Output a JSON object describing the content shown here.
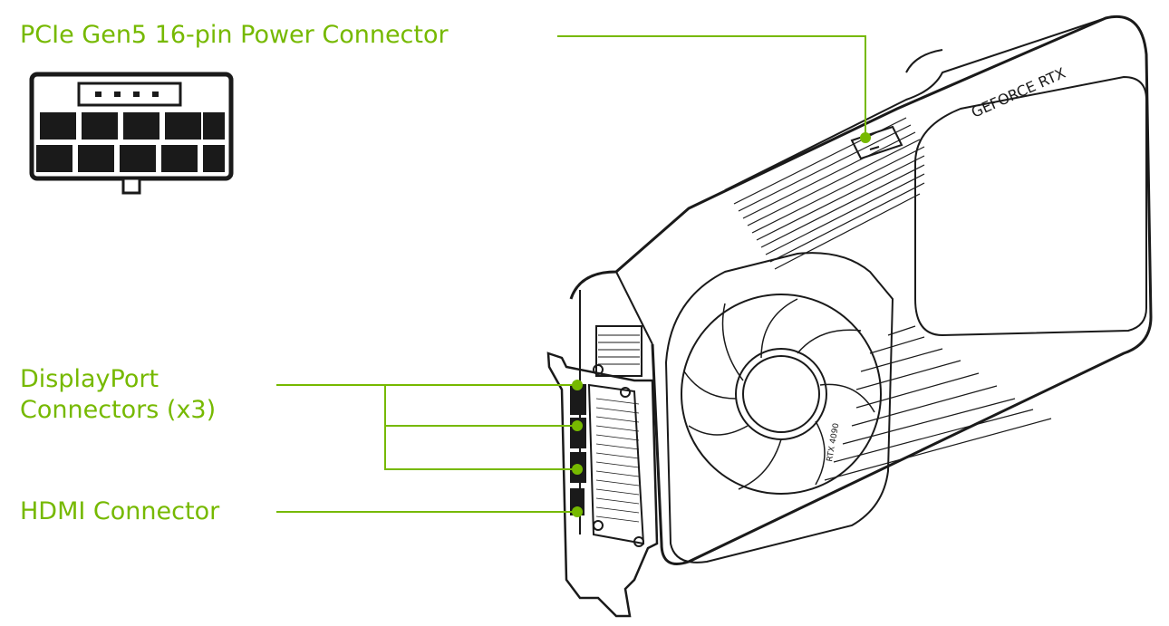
{
  "callouts": {
    "power_connector": "PCIe Gen5 16-pin Power Connector",
    "displayport_line1": "DisplayPort",
    "displayport_line2": "Connectors (x3)",
    "hdmi_connector": "HDMI Connector"
  },
  "card": {
    "brand_text": "GEFORCE RTX",
    "model_text": "RTX 4090"
  },
  "colors": {
    "accent": "#76b900",
    "outline": "#1a1a1a",
    "background": "#ffffff"
  }
}
